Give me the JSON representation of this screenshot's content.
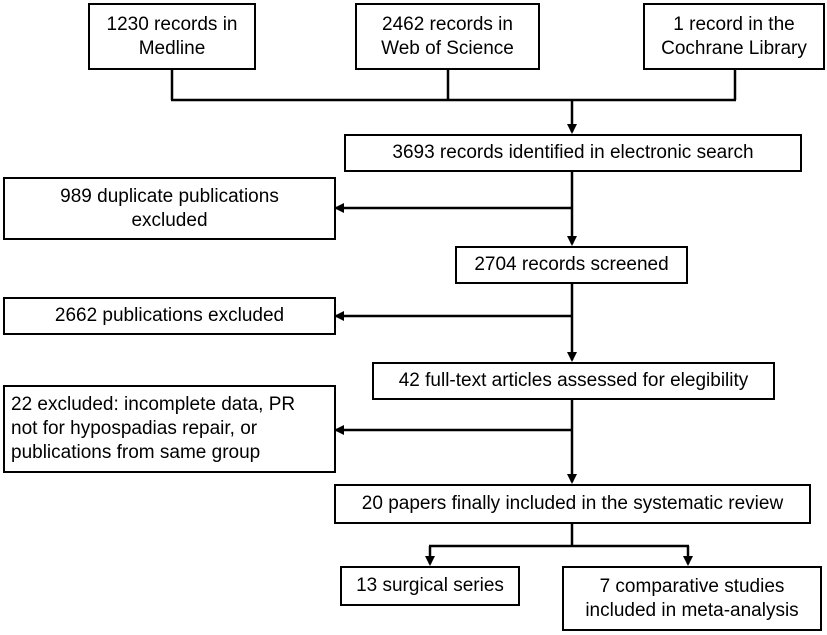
{
  "diagram": {
    "sources": [
      {
        "id": "medline",
        "line1": "1230 records in",
        "line2": "Medline"
      },
      {
        "id": "wos",
        "line1": "2462 records in",
        "line2": "Web of Science"
      },
      {
        "id": "cochrane",
        "line1": "1 record in the",
        "line2": "Cochrane Library"
      }
    ],
    "identified": "3693 records identified in electronic search",
    "duplicates": {
      "line1": "989 duplicate publications",
      "line2": "excluded"
    },
    "screened": "2704 records screened",
    "excluded_screen": "2662 publications excluded",
    "fulltext": "42 full-text articles assessed for elegibility",
    "excluded_fulltext": {
      "line1": "22 excluded: incomplete data, PR",
      "line2": "not for hypospadias repair, or",
      "line3": "publications from same group"
    },
    "included": "20 papers finally included in the systematic review",
    "outcomes": [
      {
        "id": "surgical",
        "line1": "13 surgical series"
      },
      {
        "id": "comparative",
        "line1": "7 comparative studies",
        "line2": "included in meta-analysis"
      }
    ]
  }
}
